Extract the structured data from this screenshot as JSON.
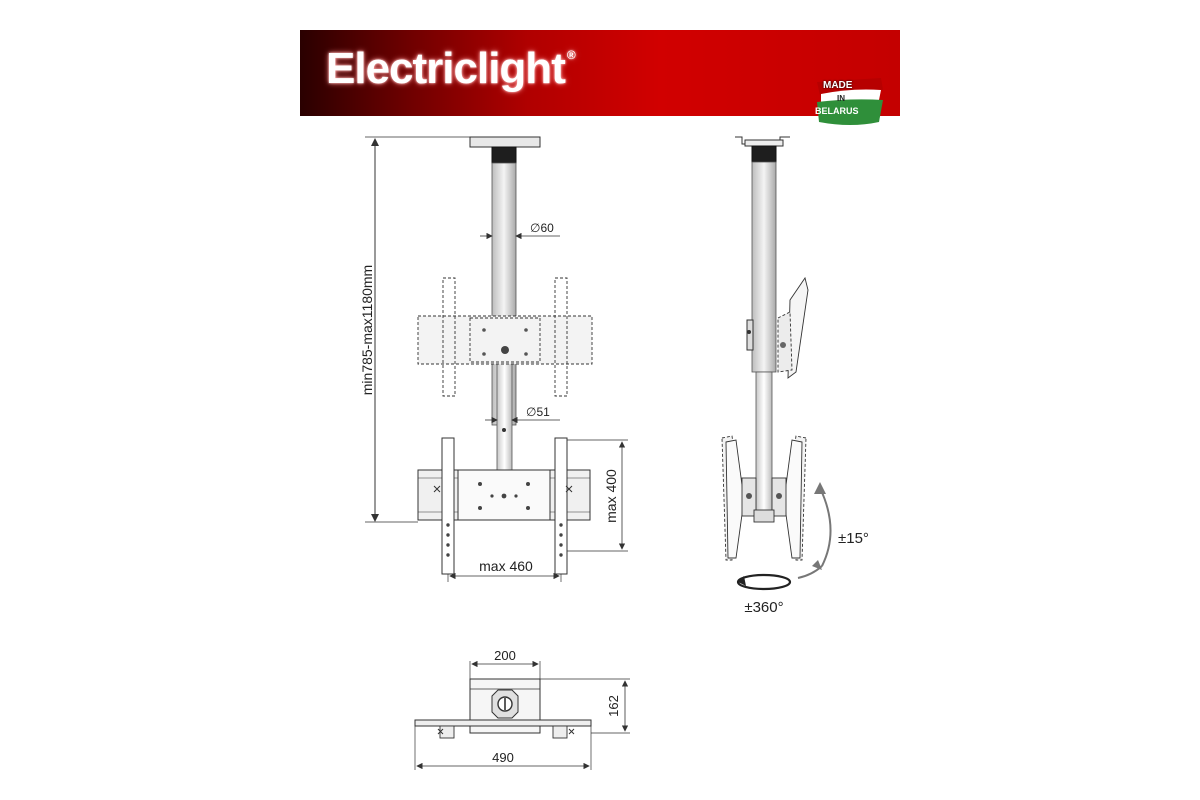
{
  "header": {
    "brand": "Electriclight",
    "registered_mark": "®",
    "badge_line1": "MADE",
    "badge_line2": "IN",
    "badge_line3": "BELARUS"
  },
  "front_view": {
    "height_label": "min785-max1180mm",
    "upper_tube_diameter": "∅60",
    "lower_tube_diameter": "∅51",
    "width_label": "max 460",
    "vertical_label": "max 400"
  },
  "side_view": {
    "tilt_label": "±15°",
    "rotation_label": "±360°"
  },
  "top_view": {
    "plate_width": "200",
    "plate_height": "162",
    "total_width": "490"
  },
  "colors": {
    "banner_red": "#d10000",
    "badge_green": "#2f8f3a",
    "line": "#333333"
  }
}
